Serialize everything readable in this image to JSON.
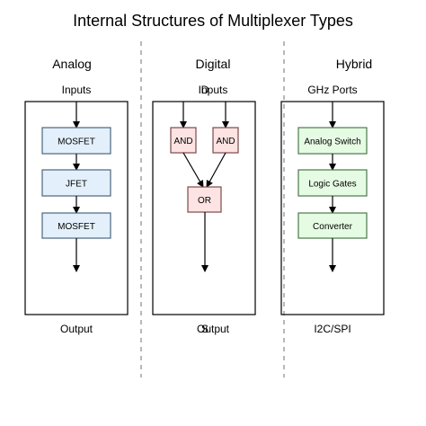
{
  "title": "Internal Structures of Multiplexer Types",
  "columns": [
    {
      "heading": "Analog",
      "top_label": "Inputs",
      "bottom_label": "Output",
      "blocks": [
        {
          "label": "MOSFET",
          "fill": "#e3f0fb",
          "stroke": "#4a6680"
        },
        {
          "label": "JFET",
          "fill": "#e3f0fb",
          "stroke": "#4a6680"
        },
        {
          "label": "MOSFET",
          "fill": "#e3f0fb",
          "stroke": "#4a6680"
        }
      ]
    },
    {
      "heading": "Digital",
      "top_label": "Inputs",
      "top_label_overlap": "D",
      "bottom_label": "Output",
      "bottom_label_overlap": "S",
      "blocks": [
        {
          "label": "AND",
          "fill": "#fde3e3",
          "stroke": "#7a4a4a"
        },
        {
          "label": "AND",
          "fill": "#fde3e3",
          "stroke": "#7a4a4a"
        },
        {
          "label": "OR",
          "fill": "#fde3e3",
          "stroke": "#7a4a4a"
        }
      ]
    },
    {
      "heading": "Hybrid",
      "top_label": "GHz Ports",
      "bottom_label": "I2C/SPI",
      "blocks": [
        {
          "label": "Analog Switch",
          "fill": "#e6fbe3",
          "stroke": "#4a7a4a"
        },
        {
          "label": "Logic Gates",
          "fill": "#e6fbe3",
          "stroke": "#4a7a4a"
        },
        {
          "label": "Converter",
          "fill": "#e6fbe3",
          "stroke": "#4a7a4a"
        }
      ]
    }
  ],
  "colors": {
    "divider": "#888888",
    "line": "#000000"
  }
}
